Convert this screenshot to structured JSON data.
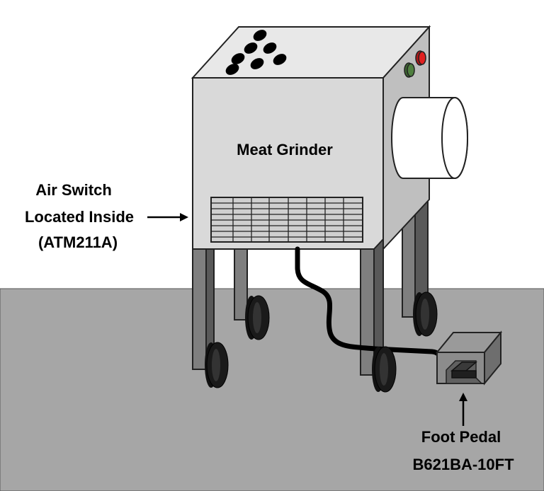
{
  "machine": {
    "label": "Meat Grinder"
  },
  "callouts": {
    "air_switch": {
      "lines": [
        "Air Switch",
        "Located Inside",
        "(ATM211A)"
      ]
    },
    "foot_pedal": {
      "lines": [
        "Foot Pedal",
        "B621BA-10FT"
      ]
    }
  },
  "colors": {
    "floor": "#a6a6a6",
    "machine_front": "#d9d9d9",
    "machine_side": "#bfbfbf",
    "machine_top": "#e8e8e8",
    "legs": "#7f7f7f",
    "wheels": "#1a1a1a",
    "start_button": "#4f7f3f",
    "stop_button": "#e02020"
  }
}
